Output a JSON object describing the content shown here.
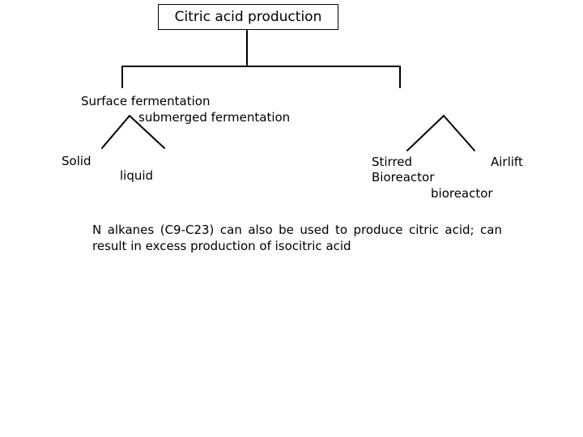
{
  "title": "Citric acid production",
  "left_branch": {
    "label_line1": "Surface fermentation",
    "label_line2": "submerged fermentation",
    "children": [
      "Solid",
      "liquid"
    ]
  },
  "right_branch": {
    "child_left_line1": "Stirred",
    "child_left_line2": "Bioreactor",
    "child_right_line1": "Airlift",
    "child_right_line2": "bioreactor"
  },
  "note": "N alkanes (C9-C23) can also be used to produce citric acid; can result in excess production of isocitric acid"
}
